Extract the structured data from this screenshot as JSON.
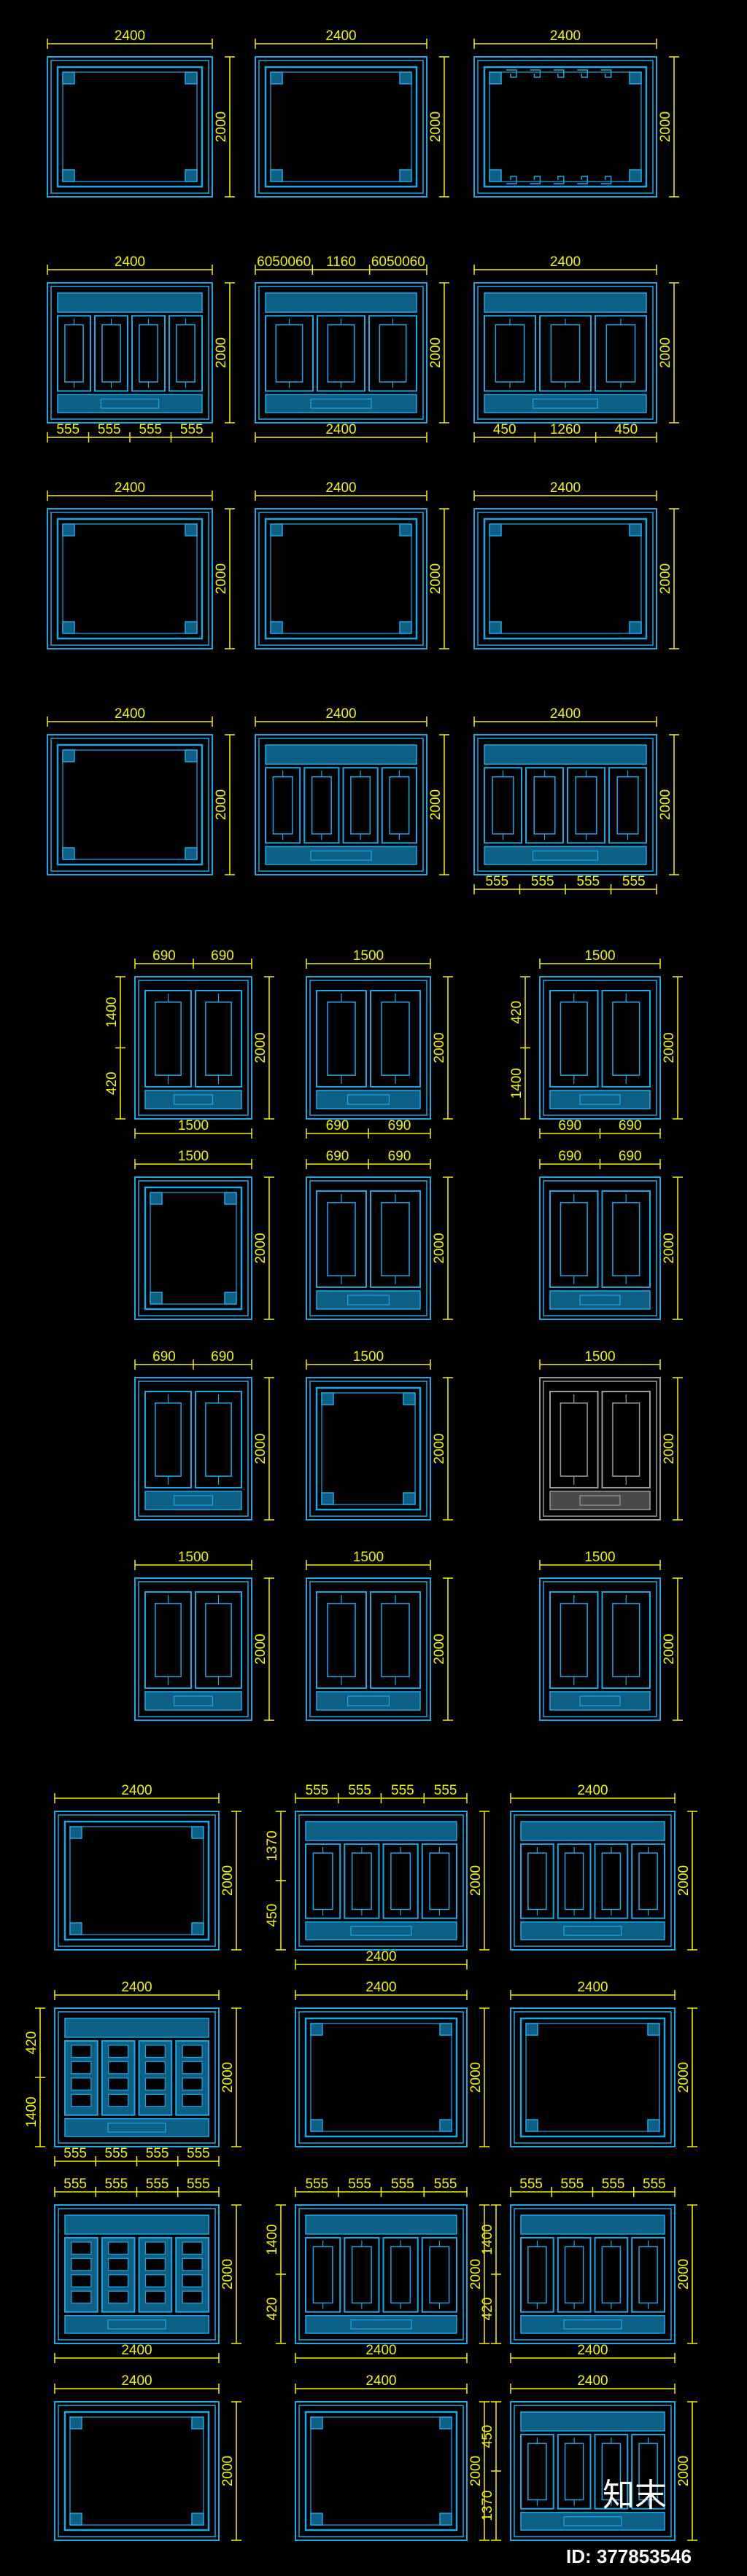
{
  "colors": {
    "background": "#000000",
    "frame_outline": "#1aa7e6",
    "frame_fill": "#0e5f86",
    "frame_dark": "#4a4a4a",
    "dimension": "#f2f200"
  },
  "groups": [
    {
      "rows": [
        [
          {
            "top": [
              "2400"
            ],
            "side": [
              "2000"
            ],
            "style": "border",
            "dark": false
          },
          {
            "top": [
              "2400"
            ],
            "side": [
              "2000"
            ],
            "style": "border",
            "dark": false
          },
          {
            "top": [
              "2400"
            ],
            "side": [
              "2000"
            ],
            "style": "fret",
            "dark": false
          }
        ],
        [
          {
            "top": [
              "2400"
            ],
            "bottom": [
              "555",
              "555",
              "555",
              "555"
            ],
            "side": [
              "2000"
            ],
            "style": "panels4",
            "dark": false
          },
          {
            "top": [
              "6050060",
              "1160",
              "6050060"
            ],
            "bottom": [
              "2400"
            ],
            "side": [
              "2000"
            ],
            "style": "panels3",
            "dark": false
          },
          {
            "top": [
              "2400"
            ],
            "bottom": [
              "450",
              "1260",
              "450"
            ],
            "side": [
              "2000"
            ],
            "style": "panels3",
            "dark": false
          }
        ],
        [
          {
            "top": [
              "2400"
            ],
            "side": [
              "2000"
            ],
            "style": "border",
            "dark": false
          },
          {
            "top": [
              "2400"
            ],
            "side": [
              "2000"
            ],
            "style": "border",
            "dark": false
          },
          {
            "top": [
              "2400"
            ],
            "side": [
              "2000"
            ],
            "style": "border",
            "dark": false
          }
        ],
        [
          {
            "top": [
              "2400"
            ],
            "side": [
              "2000"
            ],
            "style": "border",
            "dark": false
          },
          {
            "top": [
              "2400"
            ],
            "side": [
              "2000"
            ],
            "style": "panels4",
            "dark": false
          },
          {
            "top": [
              "2400"
            ],
            "bottom": [
              "555",
              "555",
              "555",
              "555"
            ],
            "side": [
              "2000"
            ],
            "style": "panels4",
            "dark": false
          }
        ]
      ]
    },
    {
      "rows": [
        [
          {
            "top": [
              "690",
              "690"
            ],
            "bottom": [
              "1500"
            ],
            "side": [
              "2000"
            ],
            "left": [
              "1400",
              "420"
            ],
            "style": "doors2",
            "dark": false
          },
          {
            "top": [
              "1500"
            ],
            "bottom": [
              "690",
              "690"
            ],
            "side": [
              "2000"
            ],
            "style": "doors2",
            "dark": false
          },
          {
            "top": [
              "1500"
            ],
            "bottom": [
              "690",
              "690"
            ],
            "side": [
              "2000"
            ],
            "left": [
              "420",
              "1400"
            ],
            "style": "doors2",
            "dark": false
          }
        ],
        [
          {
            "top": [
              "1500"
            ],
            "side": [
              "2000"
            ],
            "style": "border",
            "dark": false
          },
          {
            "top": [
              "690",
              "690"
            ],
            "side": [
              "2000"
            ],
            "style": "doors2",
            "dark": false
          },
          {
            "top": [
              "690",
              "690"
            ],
            "side": [
              "2000"
            ],
            "style": "doors2",
            "dark": false
          }
        ],
        [
          {
            "top": [
              "690",
              "690"
            ],
            "side": [
              "2000"
            ],
            "style": "doors2",
            "dark": false
          },
          {
            "top": [
              "1500"
            ],
            "side": [
              "2000"
            ],
            "style": "border",
            "dark": false
          },
          {
            "top": [
              "1500"
            ],
            "side": [
              "2000"
            ],
            "style": "doors2",
            "dark": true
          }
        ],
        [
          {
            "top": [
              "1500"
            ],
            "side": [
              "2000"
            ],
            "style": "doors2",
            "dark": false
          },
          {
            "top": [
              "1500"
            ],
            "side": [
              "2000"
            ],
            "style": "doors2",
            "dark": false
          },
          {
            "top": [
              "1500"
            ],
            "side": [
              "2000"
            ],
            "style": "doors2",
            "dark": false
          }
        ]
      ]
    },
    {
      "rows": [
        [
          {
            "top": [
              "2400"
            ],
            "side": [
              "2000"
            ],
            "style": "border",
            "dark": false
          },
          {
            "top": [
              "555",
              "555",
              "555",
              "555"
            ],
            "bottom": [
              "2400"
            ],
            "side": [
              "2000"
            ],
            "left": [
              "1370",
              "450"
            ],
            "style": "panels4",
            "dark": false
          },
          {
            "top": [
              "2400"
            ],
            "side": [
              "2000"
            ],
            "style": "panels4",
            "dark": false
          }
        ],
        [
          {
            "top": [
              "2400"
            ],
            "bottom": [
              "555",
              "555",
              "555",
              "555"
            ],
            "side": [
              "2000"
            ],
            "left": [
              "420",
              "1400"
            ],
            "style": "lattice4",
            "dark": false
          },
          {
            "top": [
              "2400"
            ],
            "side": [
              "2000"
            ],
            "style": "border",
            "dark": false
          },
          {
            "top": [
              "2400"
            ],
            "side": [
              "2000"
            ],
            "style": "border",
            "dark": false
          }
        ],
        [
          {
            "top": [
              "555",
              "555",
              "555",
              "555"
            ],
            "bottom": [
              "2400"
            ],
            "side": [
              "2000"
            ],
            "style": "lattice4",
            "dark": false
          },
          {
            "top": [
              "555",
              "555",
              "555",
              "555"
            ],
            "bottom": [
              "2400"
            ],
            "side": [
              "2000"
            ],
            "left": [
              "1400",
              "420"
            ],
            "style": "panels4",
            "dark": false
          },
          {
            "top": [
              "555",
              "555",
              "555",
              "555"
            ],
            "bottom": [
              "2400"
            ],
            "side": [
              "2000"
            ],
            "left": [
              "1400",
              "420"
            ],
            "style": "panels4",
            "dark": false
          }
        ],
        [
          {
            "top": [
              "2400"
            ],
            "side": [
              "2000"
            ],
            "style": "border",
            "dark": false
          },
          {
            "top": [
              "2400"
            ],
            "side": [
              "2000"
            ],
            "style": "border",
            "dark": false
          },
          {
            "top": [
              "2400"
            ],
            "side": [
              "2000"
            ],
            "left": [
              "450",
              "1370"
            ],
            "style": "panels4",
            "dark": false
          }
        ]
      ]
    }
  ],
  "branding": {
    "logo_text": "知末",
    "id_text": "ID: 377853546"
  }
}
